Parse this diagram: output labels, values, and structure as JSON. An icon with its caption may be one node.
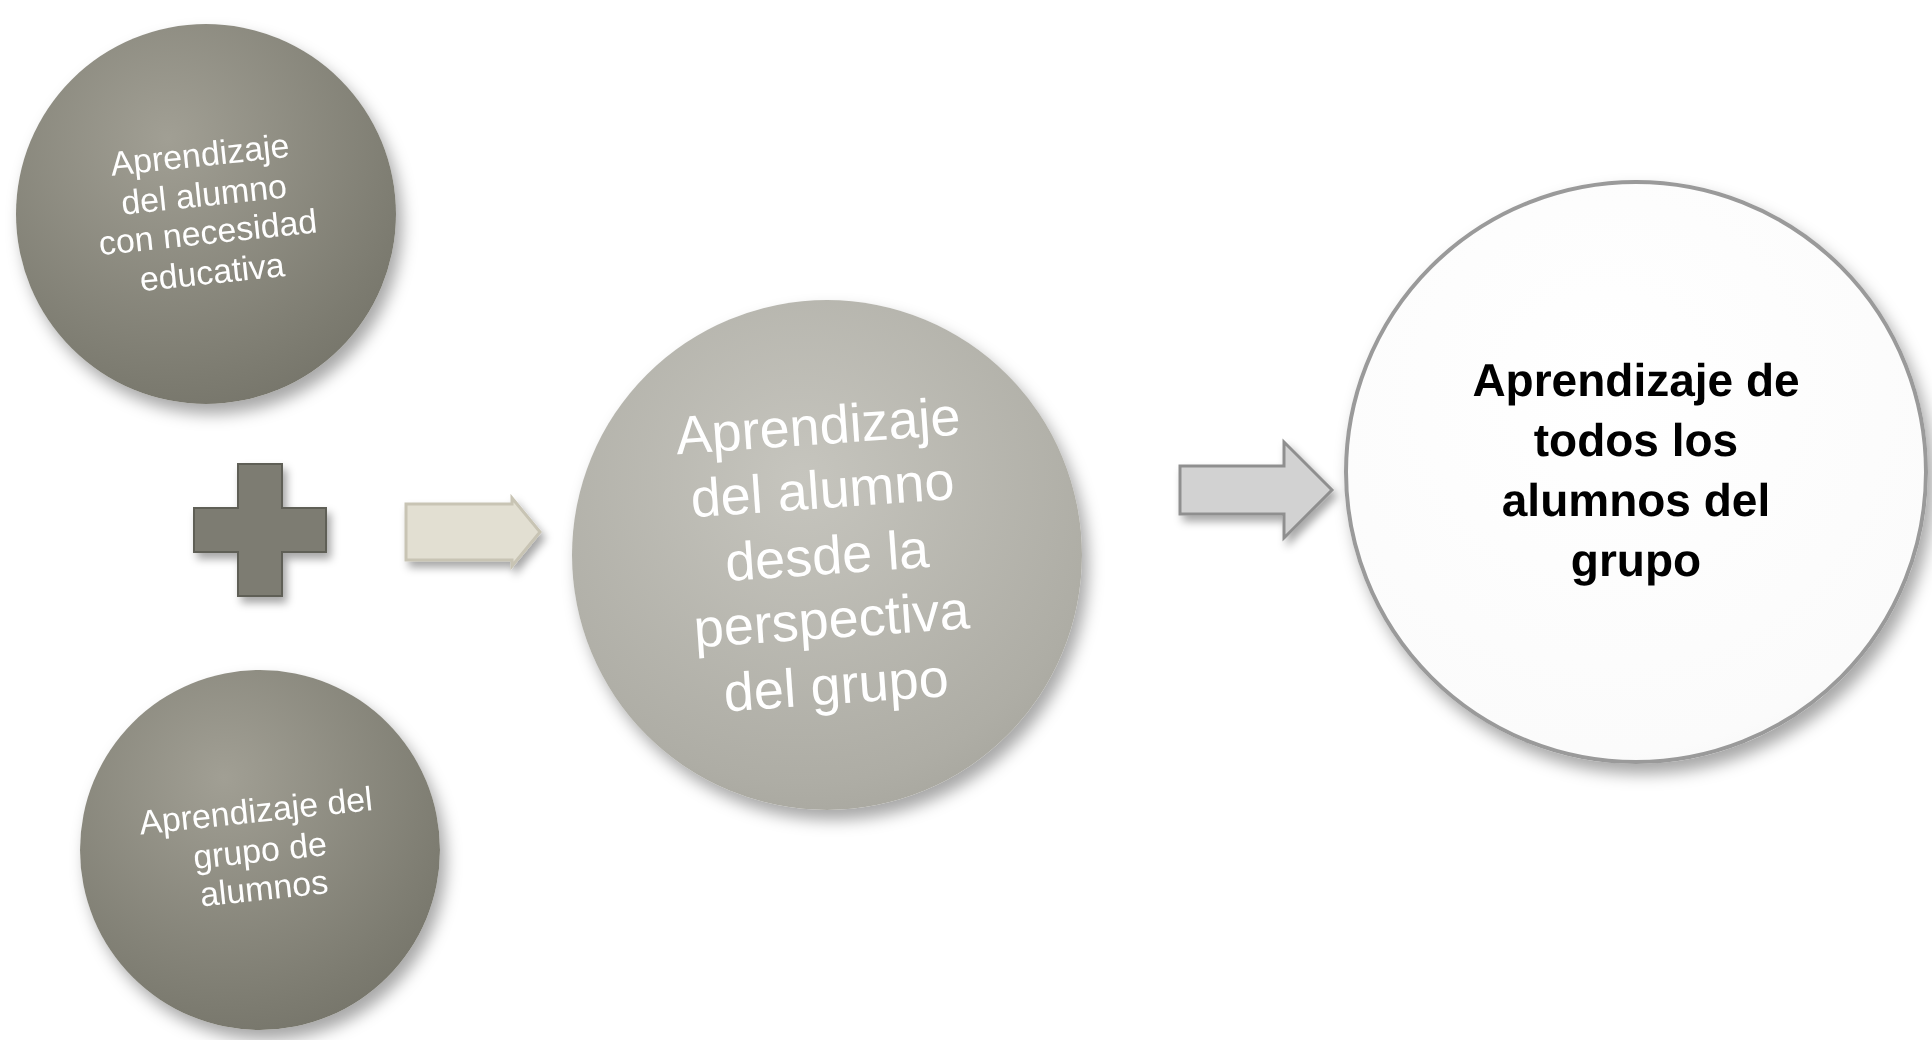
{
  "diagram": {
    "nodes": [
      {
        "text": [
          "Aprendizaje del alumno con necesidad educativa"
        ]
      },
      {
        "text": [],
        "shape": "cross"
      },
      {
        "text": [
          "Aprendizaje del grupo de alumnos"
        ]
      },
      {
        "text": [
          "Aprendizaje del alumno desde la perspectiva del grupo"
        ]
      },
      {
        "text": [
          "Aprendizaje de todos los alumnos del grupo"
        ]
      }
    ],
    "edges": [
      {
        "from": 1,
        "to": 3,
        "arrow": "to"
      },
      {
        "from": 3,
        "to": 4,
        "arrow": "to"
      }
    ]
  }
}
